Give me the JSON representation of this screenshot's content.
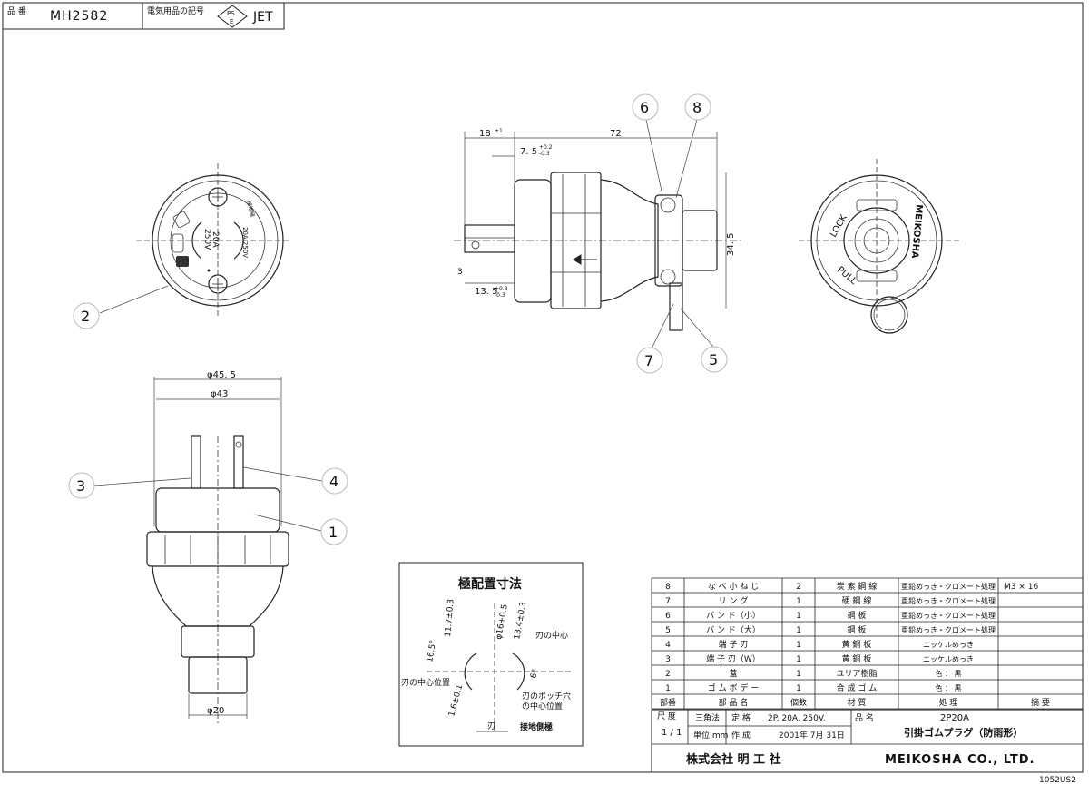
{
  "header": {
    "hinban_label": "品 番",
    "part_number": "MH2582",
    "mark_label": "電気用品の記号",
    "pse_top": "PS",
    "pse_bottom": "E",
    "jet": "JET"
  },
  "callouts": [
    "1",
    "2",
    "3",
    "4",
    "5",
    "6",
    "7",
    "8"
  ],
  "dimensions": {
    "d_18": "18",
    "d_18_tol": "±1",
    "d_72": "72",
    "d_75": "7. 5",
    "d_75_tol_up": "+0.2",
    "d_75_tol_dn": "-0.3",
    "d_3": "3",
    "d_135": "13. 5",
    "d_135_tol_up": "+0.3",
    "d_135_tol_dn": "-0.3",
    "d_345": "34. 5",
    "d_455": "φ45. 5",
    "d_43": "φ43",
    "d_20": "φ20"
  },
  "front_face": {
    "rating_a": "20A",
    "rating_v": "250V",
    "side_text": "20A 250V",
    "marking": "接地極"
  },
  "rear_face": {
    "lock": "LOCK",
    "pull": "PULL",
    "brand": "MEIKOSHA"
  },
  "gokuhaichi": {
    "title": "極配置寸法",
    "dims": [
      "φ16+0.5",
      "13.4±0.3",
      "11.7±0.3",
      "16.5°",
      "1.6±0.1",
      "6°"
    ],
    "labels": [
      "刃の中心",
      "刃の中心位置",
      "刃のポッチ穴",
      "の中心位置",
      "刃",
      "接地側極"
    ]
  },
  "parts_table": {
    "rows": [
      {
        "no": "8",
        "name": "な べ 小 ね じ",
        "qty": "2",
        "material": "炭 素 鋼 線",
        "finish": "亜鉛めっき・クロメート処理",
        "remark": "M3 × 16"
      },
      {
        "no": "7",
        "name": "リ ン グ",
        "qty": "1",
        "material": "硬 鋼 線",
        "finish": "亜鉛めっき・クロメート処理",
        "remark": ""
      },
      {
        "no": "6",
        "name": "バ ン ド（小）",
        "qty": "1",
        "material": "鋼 板",
        "finish": "亜鉛めっき・クロメート処理",
        "remark": ""
      },
      {
        "no": "5",
        "name": "バ ン ド（大）",
        "qty": "1",
        "material": "鋼 板",
        "finish": "亜鉛めっき・クロメート処理",
        "remark": ""
      },
      {
        "no": "4",
        "name": "端 子 刃",
        "qty": "1",
        "material": "黄 銅 板",
        "finish": "ニッケルめっき",
        "remark": ""
      },
      {
        "no": "3",
        "name": "端 子 刃（W）",
        "qty": "1",
        "material": "黄 銅 板",
        "finish": "ニッケルめっき",
        "remark": ""
      },
      {
        "no": "2",
        "name": "蓋",
        "qty": "1",
        "material": "ユリア樹脂",
        "finish": "色 ： 黒",
        "remark": ""
      },
      {
        "no": "1",
        "name": "ゴ ム ボ デ ー",
        "qty": "1",
        "material": "合 成 ゴ ム",
        "finish": "色 ： 黒",
        "remark": ""
      }
    ],
    "header": {
      "no": "部番",
      "name": "部 品 名",
      "qty": "個数",
      "material": "材 質",
      "finish": "処 理",
      "remark": "摘 要"
    }
  },
  "title_block": {
    "scale_label": "尺 度",
    "scale_value": "1 / 1",
    "projection": "三角法",
    "unit": "単位 mm",
    "rating_label": "定 格",
    "rating": "2P. 20A. 250V.",
    "made_label": "作 成",
    "date": "2001年 7月 31日",
    "product_label": "品 名",
    "product_code": "2P20A",
    "product_name": "引掛ゴムプラグ（防雨形）",
    "company_jp": "株式会社 明 工 社",
    "company_en": "MEIKOSHA CO., LTD.",
    "drawing_no": "1052US2"
  }
}
